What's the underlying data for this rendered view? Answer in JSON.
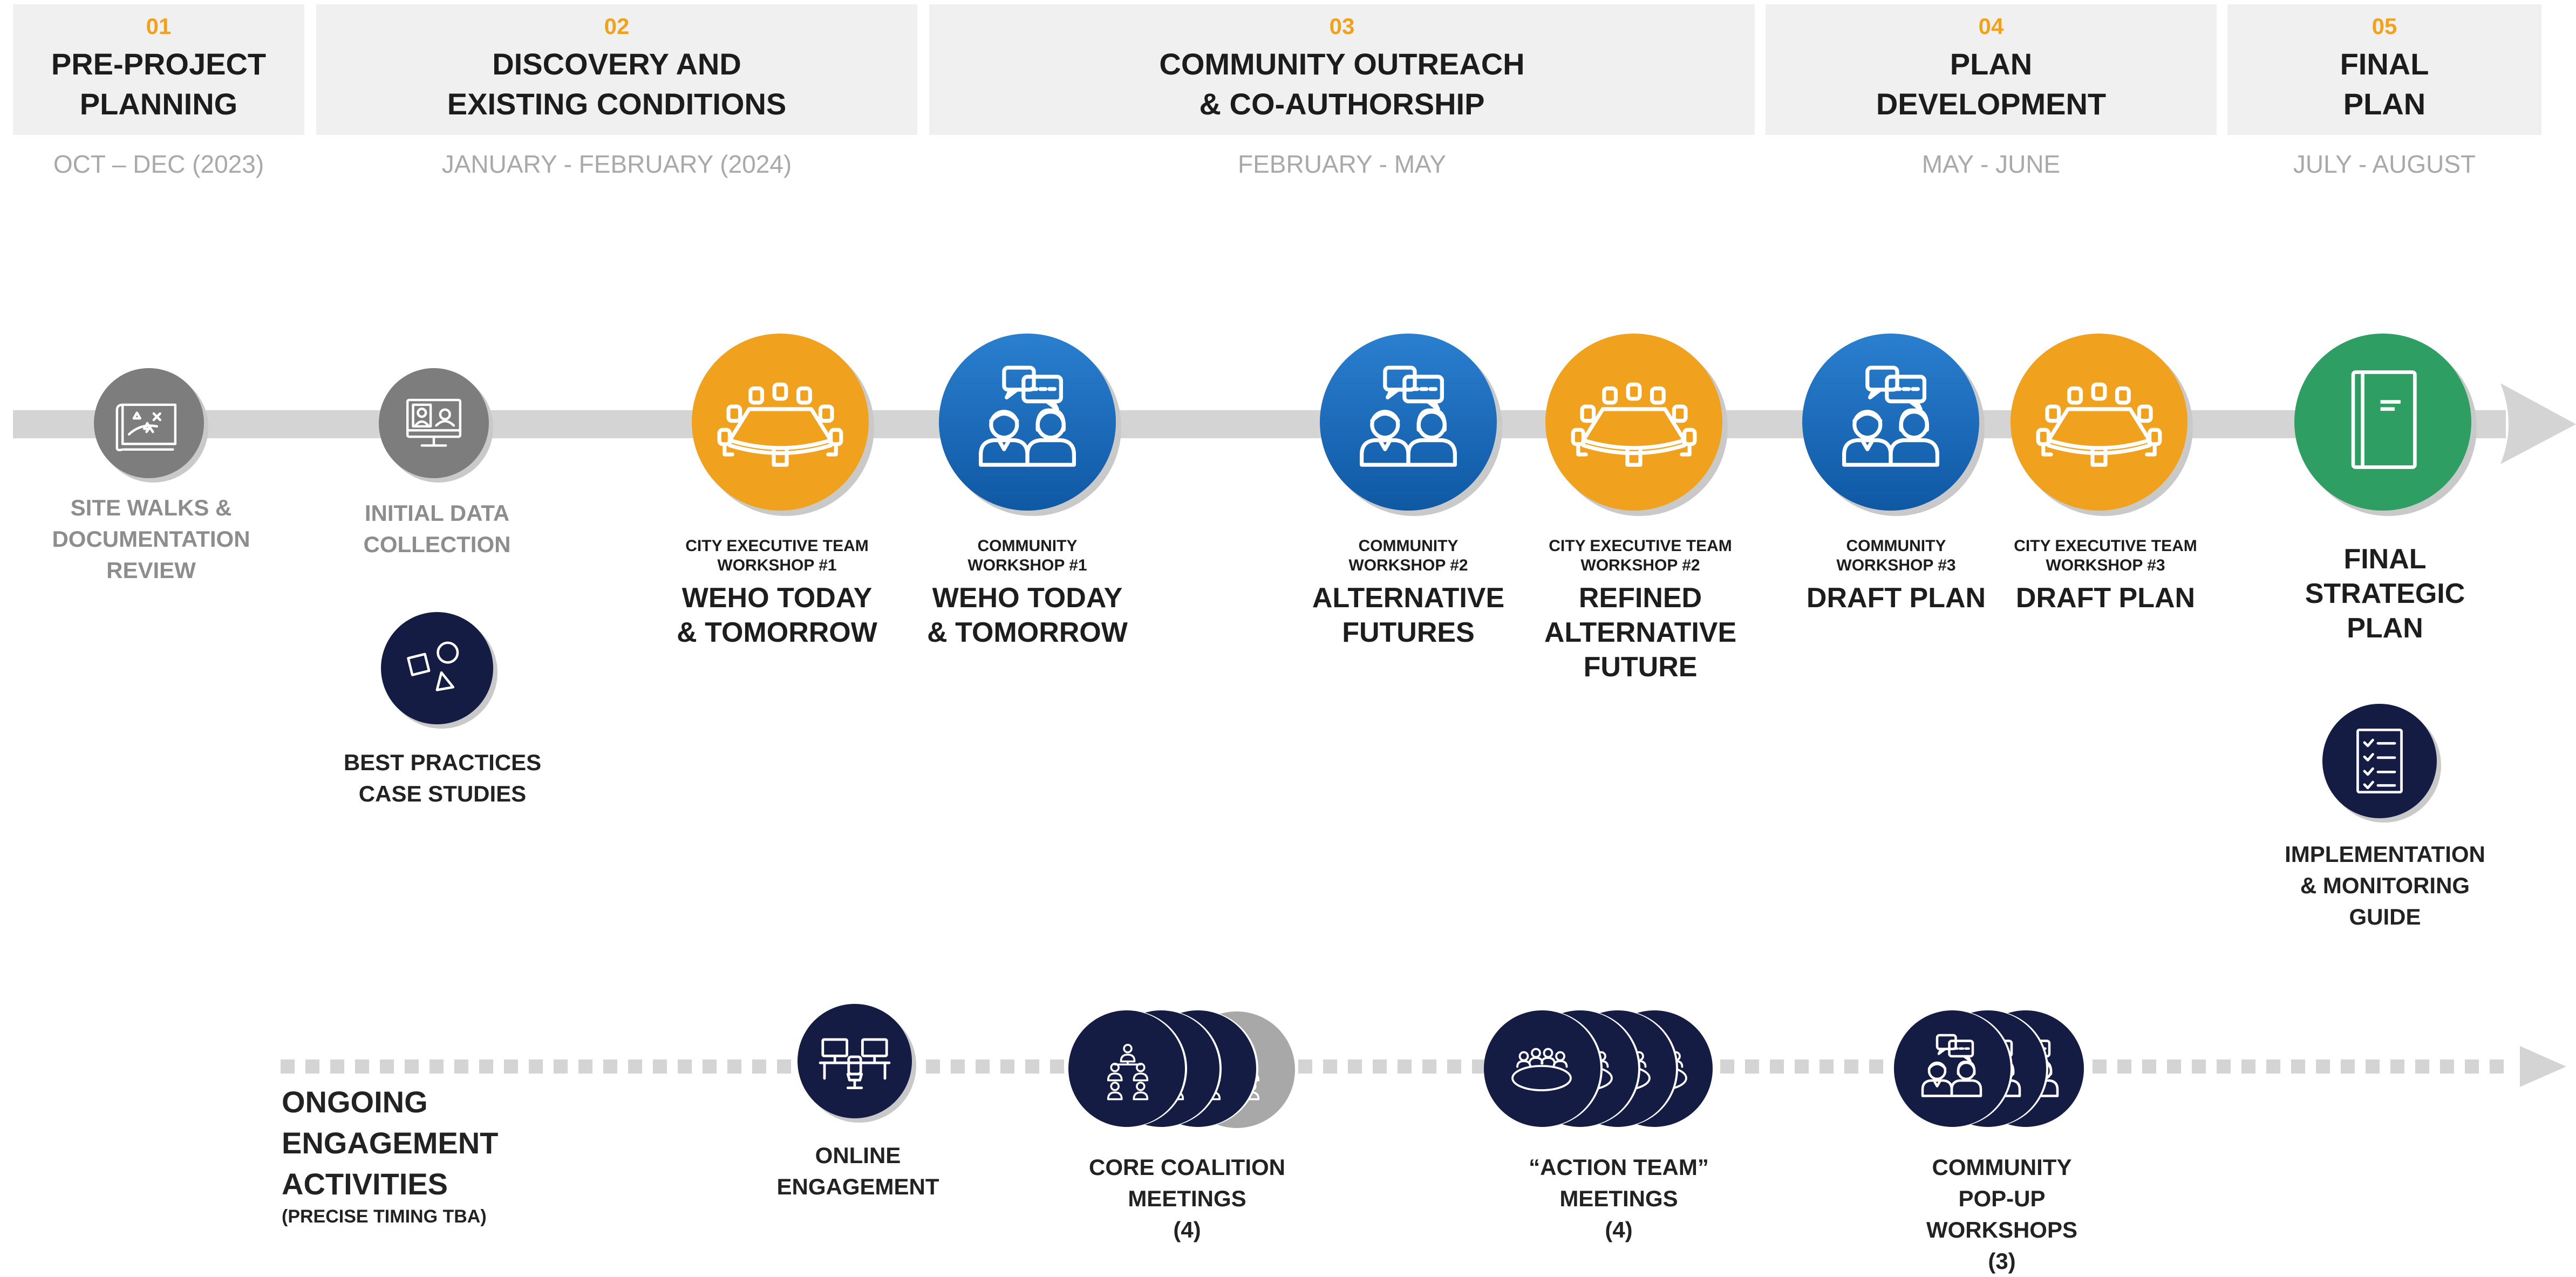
{
  "colors": {
    "accent_orange": "#f0a21e",
    "blue": "#1f6fbd",
    "navy": "#141c44",
    "green": "#2e9e62",
    "gray_icon": "#7d7d7d",
    "timeline_gray": "#d4d4d4"
  },
  "phases": [
    {
      "number": "01",
      "title_line1": "PRE-PROJECT",
      "title_line2": "PLANNING",
      "dates": "OCT – DEC (2023)"
    },
    {
      "number": "02",
      "title_line1": "DISCOVERY AND",
      "title_line2": "EXISTING CONDITIONS",
      "dates": "JANUARY - FEBRUARY (2024)"
    },
    {
      "number": "03",
      "title_line1": "COMMUNITY OUTREACH",
      "title_line2": "& CO-AUTHORSHIP",
      "dates": "FEBRUARY - MAY"
    },
    {
      "number": "04",
      "title_line1": "PLAN",
      "title_line2": "DEVELOPMENT",
      "dates": "MAY - JUNE"
    },
    {
      "number": "05",
      "title_line1": "FINAL",
      "title_line2": "PLAN",
      "dates": "JULY - AUGUST"
    }
  ],
  "milestones": {
    "site_walks": {
      "icon": "map-icon",
      "line1": "SITE WALKS &",
      "line2": "DOCUMENTATION",
      "line3": "REVIEW"
    },
    "initial_data": {
      "icon": "monitor-people-icon",
      "line1": "INITIAL DATA",
      "line2": "COLLECTION"
    },
    "best_practices": {
      "icon": "shapes-icon",
      "line1": "BEST PRACTICES",
      "line2": "CASE STUDIES"
    },
    "cet1": {
      "icon": "conference-table-icon",
      "small1": "CITY EXECUTIVE TEAM",
      "small2": "WORKSHOP #1",
      "big1": "WEHO TODAY",
      "big2": "& TOMORROW"
    },
    "cw1": {
      "icon": "people-chat-icon",
      "small1": "COMMUNITY",
      "small2": "WORKSHOP #1",
      "big1": "WEHO TODAY",
      "big2": "& TOMORROW"
    },
    "cw2": {
      "icon": "people-chat-icon",
      "small1": "COMMUNITY",
      "small2": "WORKSHOP #2",
      "big1": "ALTERNATIVE",
      "big2": "FUTURES"
    },
    "cet2": {
      "icon": "conference-table-icon",
      "small1": "CITY EXECUTIVE TEAM",
      "small2": "WORKSHOP #2",
      "big1": "REFINED",
      "big2": "ALTERNATIVE",
      "big3": "FUTURE"
    },
    "cw3": {
      "icon": "people-chat-icon",
      "small1": "COMMUNITY",
      "small2": "WORKSHOP #3",
      "big1": "DRAFT PLAN"
    },
    "cet3": {
      "icon": "conference-table-icon",
      "small1": "CITY EXECUTIVE TEAM",
      "small2": "WORKSHOP #3",
      "big1": "DRAFT PLAN"
    },
    "final": {
      "icon": "book-icon",
      "line1": "FINAL",
      "line2": "STRATEGIC",
      "line3": "PLAN"
    },
    "guide": {
      "icon": "checklist-icon",
      "line1": "IMPLEMENTATION",
      "line2": "& MONITORING",
      "line3": "GUIDE"
    }
  },
  "engagement": {
    "heading_line1": "ONGOING",
    "heading_line2": "ENGAGEMENT",
    "heading_line3": "ACTIVITIES",
    "sub": "(PRECISE TIMING TBA)",
    "online": {
      "icon": "computers-icon",
      "line1": "ONLINE",
      "line2": "ENGAGEMENT"
    },
    "core": {
      "icon": "group-hierarchy-icon",
      "line1": "CORE COALITION",
      "line2": "MEETINGS",
      "count": "(4)"
    },
    "action": {
      "icon": "meeting-table-icon",
      "line1": "“ACTION TEAM”",
      "line2": "MEETINGS",
      "count": "(4)"
    },
    "popup": {
      "icon": "people-chat-icon",
      "line1": "COMMUNITY",
      "line2": "POP-UP",
      "line3": "WORKSHOPS",
      "count": "(3)"
    }
  }
}
